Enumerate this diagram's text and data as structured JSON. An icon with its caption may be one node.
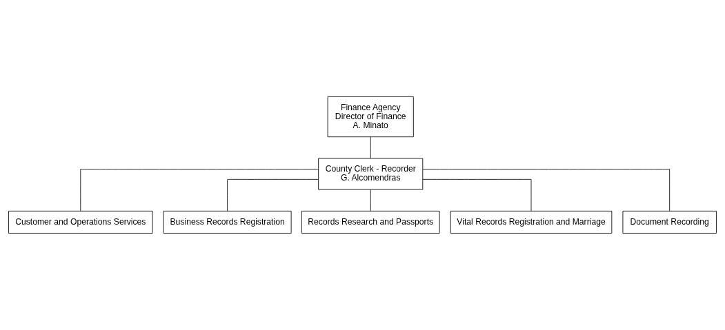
{
  "diagram": {
    "nodes": [
      {
        "text": [
          "Finance Agency",
          "Director of Finance",
          "A. Minato"
        ]
      },
      {
        "text": [
          "County Clerk - Recorder",
          "G. Alcomendras"
        ]
      },
      {
        "text": [
          "Customer and Operations Services"
        ]
      },
      {
        "text": [
          "Business Records Registration"
        ]
      },
      {
        "text": [
          "Records Research and Passports"
        ]
      },
      {
        "text": [
          "Vital Records Registration and Marriage"
        ]
      },
      {
        "text": [
          "Document Recording"
        ]
      }
    ],
    "edges": [
      {
        "from": 0,
        "to": 1,
        "arrow": "none"
      },
      {
        "from": 1,
        "to": 2,
        "arrow": "none"
      },
      {
        "from": 1,
        "to": 3,
        "arrow": "none"
      },
      {
        "from": 1,
        "to": 4,
        "arrow": "none"
      },
      {
        "from": 1,
        "to": 5,
        "arrow": "none"
      },
      {
        "from": 1,
        "to": 6,
        "arrow": "none"
      }
    ]
  }
}
